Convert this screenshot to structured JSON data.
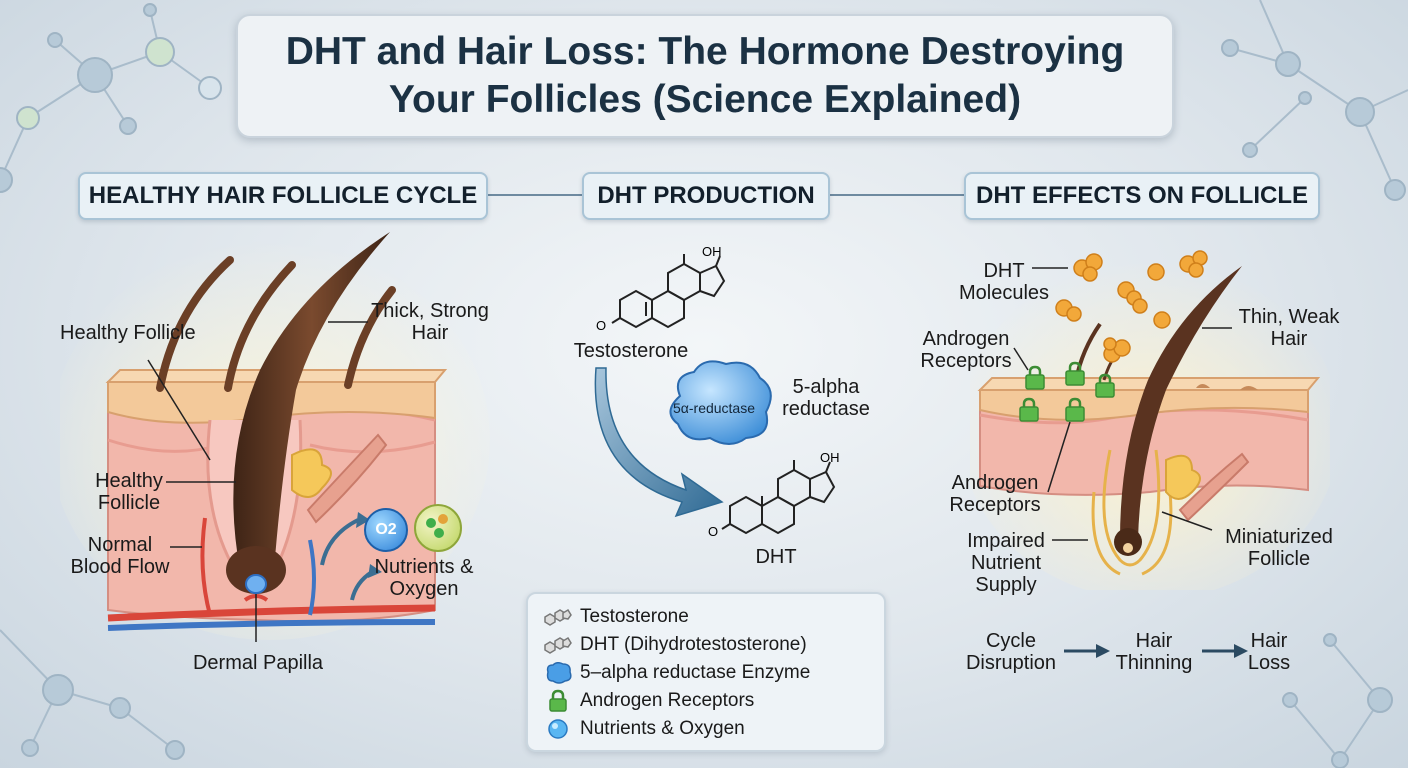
{
  "title": "DHT and Hair Loss: The Hormone Destroying Your Follicles (Science Explained)",
  "sections": {
    "healthy": "HEALTHY HAIR FOLLICLE CYCLE",
    "production": "DHT PRODUCTION",
    "effects": "DHT EFFECTS ON FOLLICLE"
  },
  "healthy_labels": {
    "healthy_follicle_top": "Healthy Follicle",
    "thick_hair": "Thick, Strong Hair",
    "healthy_follicle_mid": "Healthy Follicle",
    "blood_flow": "Normal Blood Flow",
    "nutrients": "Nutrients & Oxygen",
    "dermal_papilla": "Dermal Papilla",
    "o2_symbol": "O2"
  },
  "production_labels": {
    "testosterone": "Testosterone",
    "enzyme_tag": "5α-reductase",
    "enzyme_name": "5-alpha reductase",
    "dht": "DHT",
    "oh_1": "OH",
    "oh_2": "OH",
    "o_1": "O",
    "o_2": "O"
  },
  "effects_labels": {
    "dht_molecules": "DHT Molecules",
    "androgen_receptors_top": "Androgen Receptors",
    "thin_hair": "Thin, Weak Hair",
    "androgen_receptors_mid": "Androgen Receptors",
    "impaired_supply": "Impaired Nutrient Supply",
    "miniaturized": "Miniaturized Follicle"
  },
  "progression": [
    "Cycle Disruption",
    "Hair Thinning",
    "Hair Loss"
  ],
  "legend": [
    {
      "icon": "molecule-icon",
      "label": "Testosterone"
    },
    {
      "icon": "molecule-icon",
      "label": "DHT (Dihydrotestosterone)"
    },
    {
      "icon": "enzyme-icon",
      "label": "5–alpha reductase Enzyme"
    },
    {
      "icon": "lock-icon",
      "label": "Androgen Receptors"
    },
    {
      "icon": "bubble-icon",
      "label": "Nutrients & Oxygen"
    }
  ],
  "colors": {
    "title_text": "#1b3143",
    "hair": "#5a3320",
    "skin_top": "#f3c99a",
    "dermis": "#f2b7ab",
    "artery": "#d9463a",
    "vein": "#3f76c4",
    "enzyme": "#5aa6e6",
    "dht": "#f2a83a",
    "receptor": "#5ab84a",
    "arrow": "#3b6e92"
  }
}
